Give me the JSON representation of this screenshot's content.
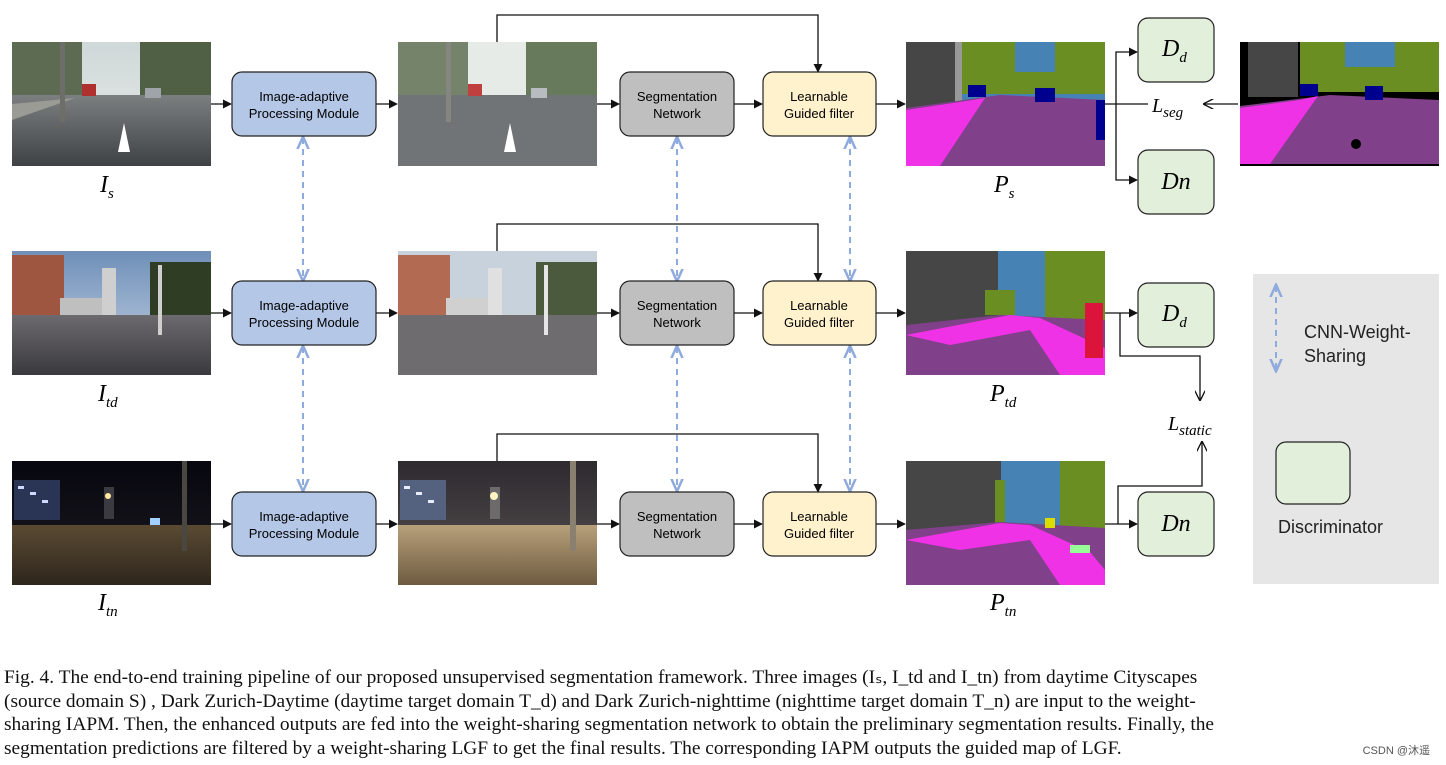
{
  "boxes": {
    "iapm": "Image-adaptive|Processing Module",
    "segnet": "Segmentation|Network",
    "lgf": "Learnable|Guided filter"
  },
  "labels": {
    "I_s": {
      "base": "I",
      "sub": "s"
    },
    "I_td": {
      "base": "I",
      "sub": "td"
    },
    "I_tn": {
      "base": "I",
      "sub": "tn"
    },
    "P_s": {
      "base": "P",
      "sub": "s"
    },
    "P_td": {
      "base": "P",
      "sub": "td"
    },
    "P_tn": {
      "base": "P",
      "sub": "tn"
    },
    "L_seg": {
      "base": "L",
      "sub": "seg"
    },
    "L_static": {
      "base": "L",
      "sub": "static"
    }
  },
  "discriminators": {
    "D_d": {
      "base": "D",
      "sub": "d"
    },
    "Dn": "Dn"
  },
  "legend": {
    "weight_sharing_line1": "CNN-Weight-",
    "weight_sharing_line2": "Sharing",
    "discriminator": "Discriminator"
  },
  "caption": [
    "Fig. 4.  The end-to-end training pipeline of our proposed unsupervised segmentation framework. Three images (Iₛ, I_td and I_tn) from daytime Cityscapes",
    "(source domain S) , Dark Zurich-Daytime (daytime target domain T_d) and Dark Zurich-nighttime (nighttime target domain T_n) are input to the weight-",
    "sharing IAPM. Then, the enhanced outputs are fed into the weight-sharing segmentation network to obtain the preliminary segmentation results. Finally, the",
    "segmentation predictions are filtered by a weight-sharing LGF to get the final results. The corresponding IAPM outputs the guided map of LGF."
  ],
  "watermark": "CSDN @沐遥",
  "colors": {
    "iapm_fill": "#b4c7e7",
    "segnet_fill": "#bfbfbf",
    "lgf_fill": "#fff2cc",
    "disc_fill": "#e2efda",
    "dashed_arrow": "#8faadc",
    "legend_bg": "#e7e6e6",
    "seg_road": "#80408a",
    "seg_sidewalk": "#f032e6",
    "seg_building": "#464646",
    "seg_vegetation": "#6b8e23",
    "seg_sky": "#4682b4",
    "seg_car": "#00008e",
    "seg_person": "#dc143c"
  }
}
